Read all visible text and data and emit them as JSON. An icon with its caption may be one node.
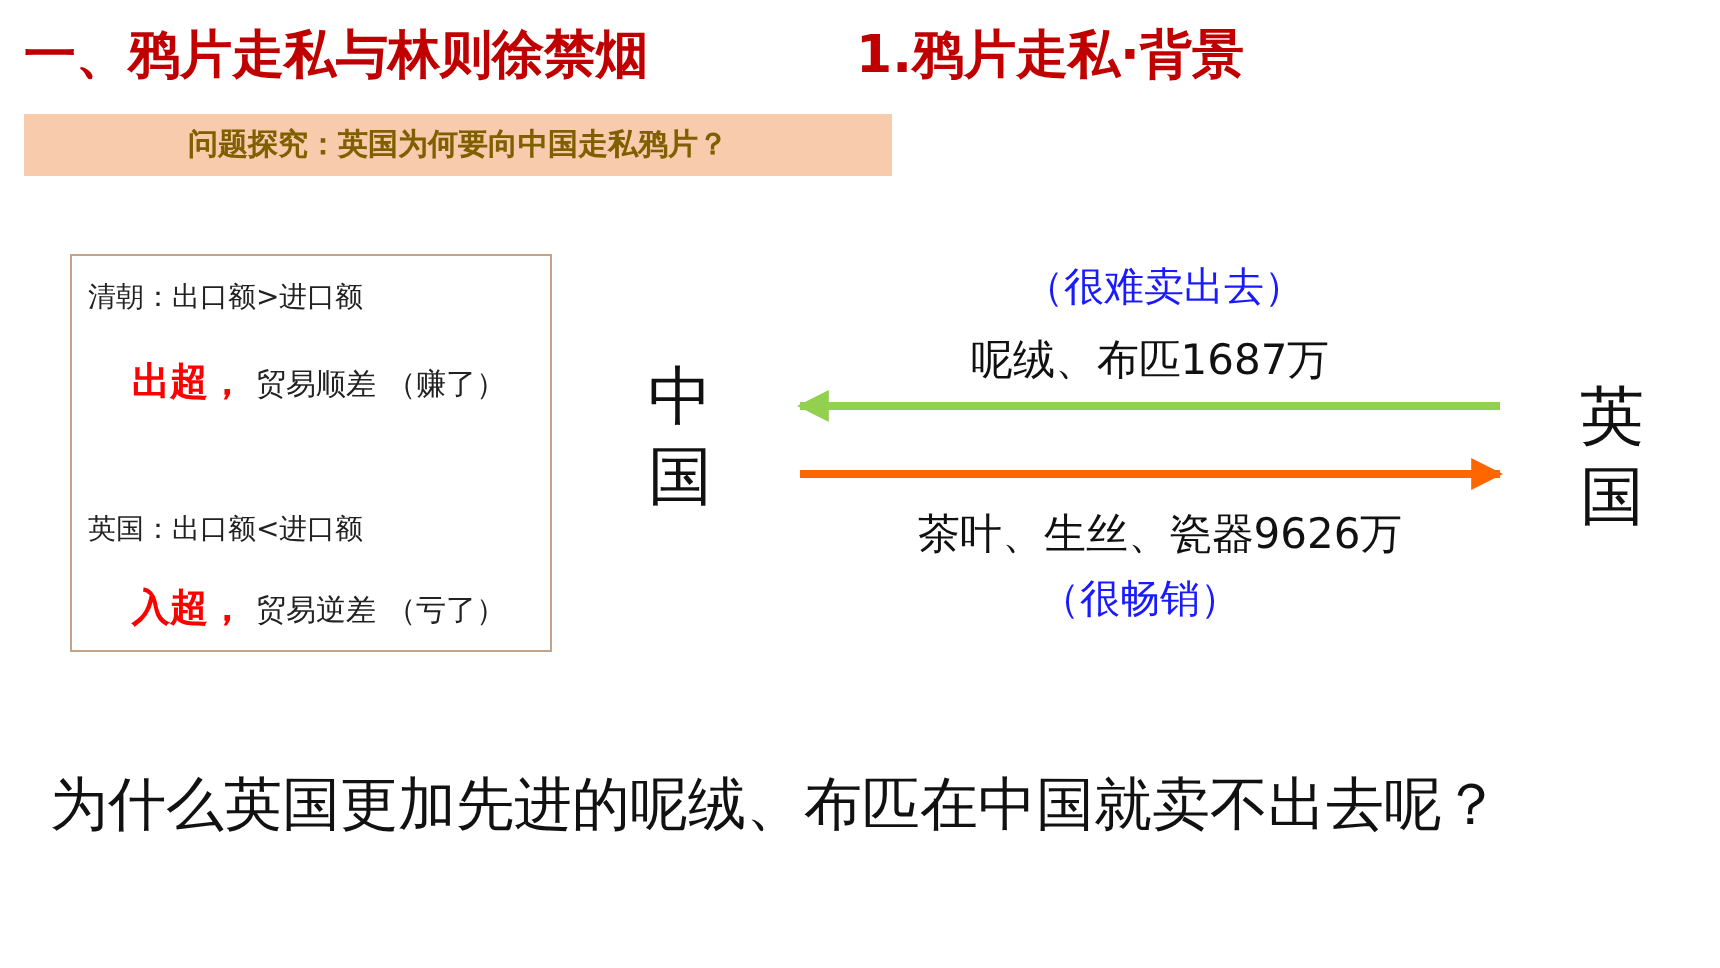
{
  "diagram": {
    "title": "一、鸦片走私与林则徐禁烟",
    "nodes": [
      {
        "text": [
          "问题探究：英国为何要向中国走私鸦片？"
        ]
      },
      {
        "text": [
          "清朝：出口额>进口额",
          "出超，",
          "贸易顺差 （赚了）",
          "英国：出口额<进口额",
          "入超，",
          "贸易逆差 （亏了）"
        ]
      },
      {
        "text": [
          "中国"
        ]
      },
      {
        "text": [
          "英国"
        ]
      }
    ],
    "edges": [
      {
        "from": 3,
        "to": 2,
        "arrow": "to",
        "label": "呢绒、布匹1687万",
        "color": "#92d050"
      },
      {
        "from": 2,
        "to": 3,
        "arrow": "to",
        "label": "茶叶、生丝、瓷器9626万",
        "color": "#ff6600"
      }
    ],
    "labels": [
      "1.鸦片走私·背景",
      "（很难卖出去）",
      "（很畅销）",
      "为什么英国更加先进的呢绒、布匹在中国就卖不出去呢？"
    ]
  }
}
